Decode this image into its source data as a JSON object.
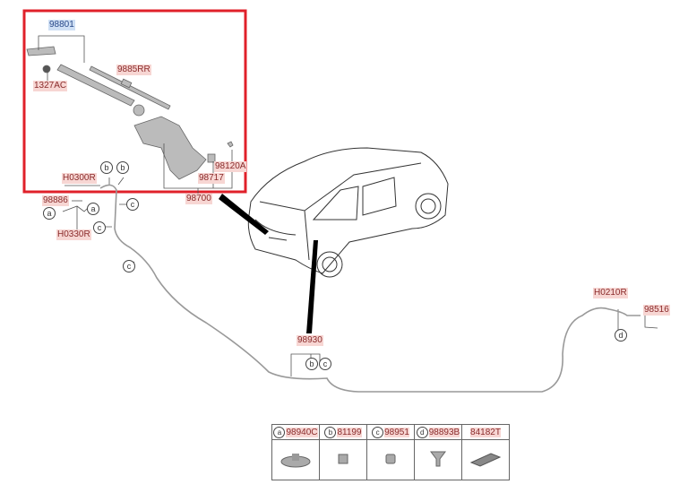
{
  "labels": {
    "l98801": "98801",
    "l9885RR": "9885RR",
    "l1327AC": "1327AC",
    "l98120A": "98120A",
    "l98717": "98717",
    "lH0300R": "H0300R",
    "l98886": "98886",
    "lH0330R": "H0330R",
    "l98700": "98700",
    "l98930": "98930",
    "lH0210R": "H0210R",
    "l98516": "98516"
  },
  "callouts": {
    "a": "a",
    "b": "b",
    "c": "c",
    "d": "d"
  },
  "legend": [
    {
      "letter": "a",
      "part": "98940C"
    },
    {
      "letter": "b",
      "part": "81199"
    },
    {
      "letter": "c",
      "part": "98951"
    },
    {
      "letter": "d",
      "part": "98893B"
    },
    {
      "letter": "",
      "part": "84182T"
    }
  ],
  "colors": {
    "highlight_box": "#e0202a",
    "label_bg": "#f7d6d3"
  }
}
